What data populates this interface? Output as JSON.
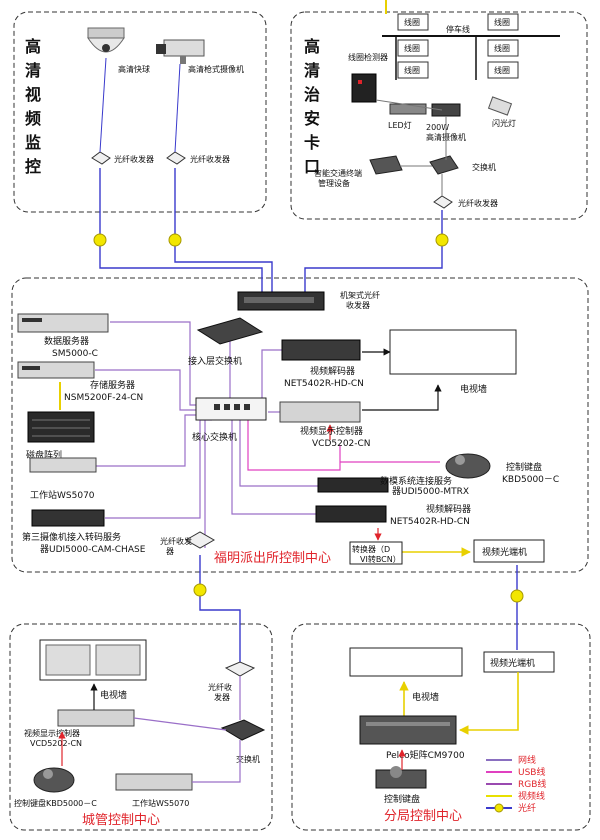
{
  "sections": {
    "hd_monitor": {
      "title": "高清视频监控",
      "dome": "高清快球",
      "gun": "高清枪式摄像机",
      "fiber_tx": "光纤收发器"
    },
    "checkpoint": {
      "title": "高清治安卡口",
      "coil": "线圈",
      "stopline": "停车线",
      "detector": "线圈检测器",
      "led": "LED灯",
      "camera": "200W高清摄像机",
      "flash": "闪光灯",
      "terminal": "智能交通终端管理设备",
      "switch": "交换机",
      "fiber_tx": "光纤收发器"
    },
    "center": {
      "title": "福明派出所控制中心",
      "rack_fiber": "机架式光纤收发器",
      "data_server": "数据服务器\nSM5000-C",
      "storage": "存储服务器\nNSM5200F-24-CN",
      "disk": "磁盘阵列",
      "ws": "工作站WS5070",
      "transcoder": "第三摄像机接入转码服务器UDI5000-CAM-CHASE",
      "access_sw": "接入层交换机",
      "core_sw": "核心交换机",
      "decoder1": "视频解码器\nNET5402R-HD-CN",
      "wall": "电视墙",
      "display_ctrl": "视频显示控制器\nVCD5202-CN",
      "keyboard": "控制键盘\nKBD5000－C",
      "mtrx": "数模系统连接服务器UDI5000-MTRX",
      "decoder2": "视频解码器\nNET5402R-HD-CN",
      "converter": "转换器（DVI转BCN）",
      "optical": "视频光端机",
      "fiber_tx": "光纤收发器"
    },
    "city": {
      "title": "城管控制中心",
      "wall": "电视墙",
      "fiber_tx": "光纤收发器",
      "display_ctrl": "视频显示控制器\nVCD5202-CN",
      "switch": "交换机",
      "keyboard": "控制键盘KBD5000－C",
      "ws": "工作站WS5070"
    },
    "branch": {
      "title": "分局控制中心",
      "optical": "视频光端机",
      "wall": "电视墙",
      "matrix": "Pelco矩阵CM9700",
      "keyboard": "控制键盘"
    }
  },
  "legend": [
    {
      "label": "网线",
      "color": "#8a6fc0"
    },
    {
      "label": "USB线",
      "color": "#e040c0"
    },
    {
      "label": "RGB线",
      "color": "#9a4ab0"
    },
    {
      "label": "视频线",
      "color": "#e8e000"
    },
    {
      "label": "光纤",
      "color": "#3a3acc"
    }
  ]
}
